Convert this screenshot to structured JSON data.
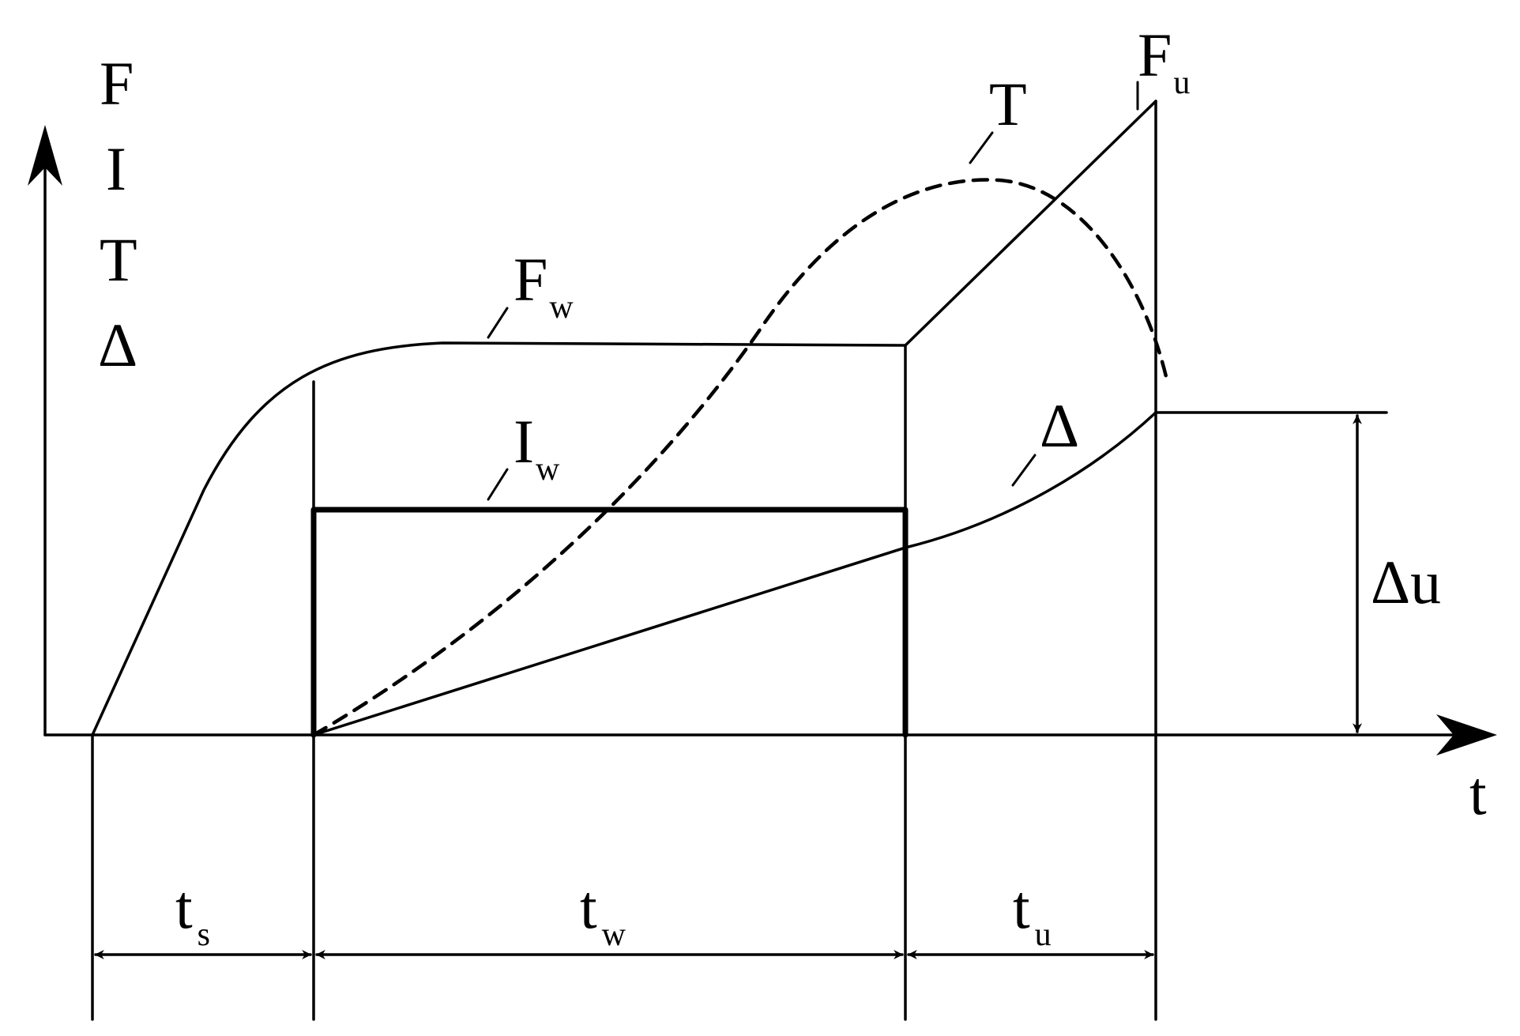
{
  "axes": {
    "y_labels": [
      "F",
      "I",
      "T",
      "Δ"
    ],
    "x_label": "t"
  },
  "curves": {
    "force": {
      "letter": "F",
      "sub": "w"
    },
    "current": {
      "letter": "I",
      "sub": "w"
    },
    "temperature": {
      "label": "T"
    },
    "displacement": {
      "label": "Δ"
    },
    "ultimate_force": {
      "letter": "F",
      "sub": "u"
    }
  },
  "delta_u": "Δu",
  "intervals": {
    "ts": {
      "letter": "t",
      "sub": "s"
    },
    "tw": {
      "letter": "t",
      "sub": "w"
    },
    "tu": {
      "letter": "t",
      "sub": "u"
    }
  }
}
